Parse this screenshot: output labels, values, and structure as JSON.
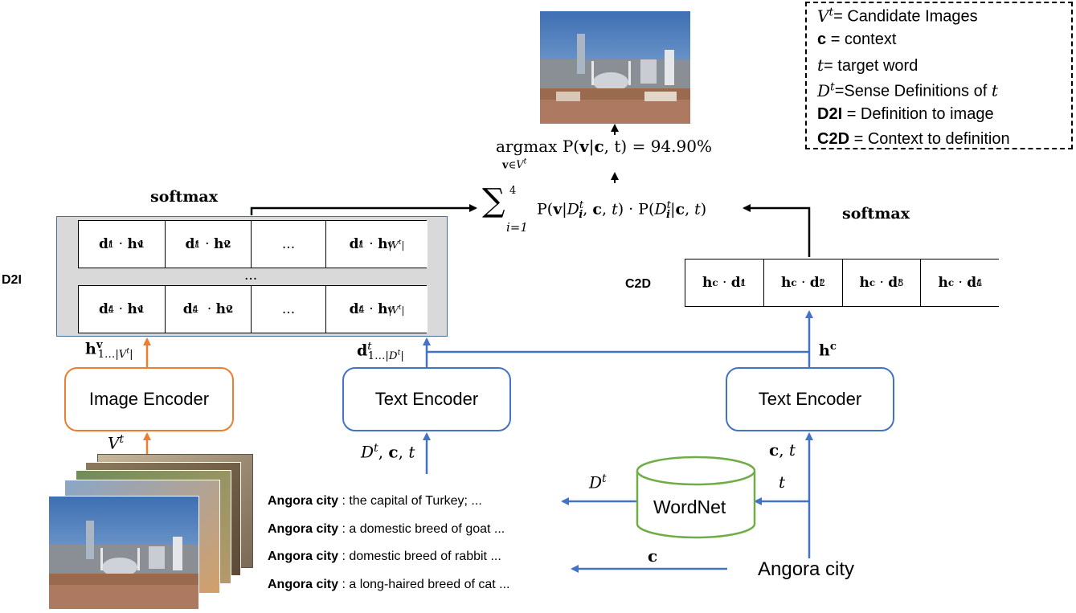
{
  "legend": {
    "v_text": "= Candidate Images",
    "c_sym": "c",
    "c_text": "= context",
    "t_sym": "t",
    "t_text": "= target word",
    "d_text": "=Sense Definitions of",
    "d_tail": "t",
    "d2i_sym": "D2I",
    "d2i_text": "= Definition to image",
    "c2d_sym": "C2D",
    "c2d_text": "= Context to definition"
  },
  "labels": {
    "d2i_side": "D2I",
    "c2d_side": "C2D",
    "softmax_left": "softmax",
    "softmax_right": "softmax",
    "dots_mid": "...",
    "argmax_word": "argmax",
    "argmax_result": "= 94.90%",
    "sum_upper": "4",
    "sum_lower": "i=1",
    "hc_arrow_label": "h",
    "hc_arrow_sup": "c",
    "hv_label": "h",
    "dt_label": "d"
  },
  "encoders": {
    "image": "Image Encoder",
    "text_left": "Text Encoder",
    "text_right": "Text Encoder",
    "wordnet": "WordNet"
  },
  "inputs": {
    "vt": "V",
    "dt_ct": "D",
    "c_t": "c, t",
    "t_arrow": "t",
    "dt_arrow": "D",
    "c_arrow": "c",
    "query": "Angora city"
  },
  "definitions": [
    {
      "term": "Angora city",
      "text": " : the capital of Turkey; ..."
    },
    {
      "term": "Angora city",
      "text": " : a domestic breed of goat ..."
    },
    {
      "term": "Angora city",
      "text": " : domestic breed of rabbit ..."
    },
    {
      "term": "Angora city",
      "text": " : a long-haired breed of cat ..."
    }
  ],
  "matrix": {
    "row1": [
      "d1t·h1v",
      "d1t·h2v",
      "...",
      "d1t·h|Vt|v"
    ],
    "row4": [
      "d4t·h1v",
      "d4t·h2v",
      "...",
      "d4t·h|Vt|v"
    ],
    "c2d": [
      "hc·d1t",
      "hc·d2t",
      "hc·d3t",
      "hc·d4t"
    ],
    "cell_dots": "..."
  },
  "colors": {
    "orange": "#ED7D31",
    "blue": "#4472C4",
    "green": "#70AD47",
    "matrix_bg": "#D9D9D9",
    "matrix_border": "#41719C"
  }
}
